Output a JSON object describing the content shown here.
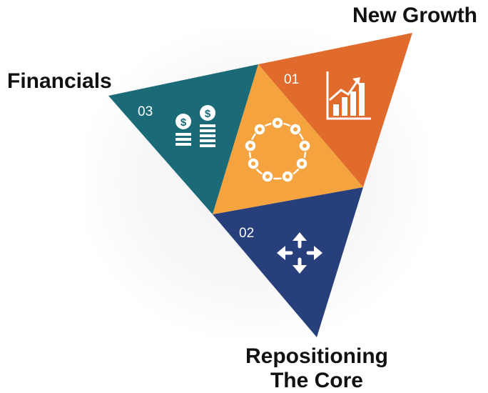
{
  "labels": {
    "new_growth": "New Growth",
    "financials": "Financials",
    "repositioning_line1": "Repositioning",
    "repositioning_line2": "The Core"
  },
  "segments": [
    {
      "number": "01",
      "color": "#e06b2d",
      "icon": "growth-chart-icon"
    },
    {
      "number": "02",
      "color": "#273f7a",
      "icon": "expand-arrows-icon"
    },
    {
      "number": "03",
      "color": "#1a6a78",
      "icon": "dollar-coins-icon"
    }
  ],
  "center": {
    "color": "#f4a33f",
    "icon": "cycle-ring-icon"
  },
  "colors": {
    "orange": "#e06b2d",
    "navy": "#273f7a",
    "teal": "#1a6a78",
    "center_amber": "#f4a33f",
    "label_text": "#111111"
  }
}
